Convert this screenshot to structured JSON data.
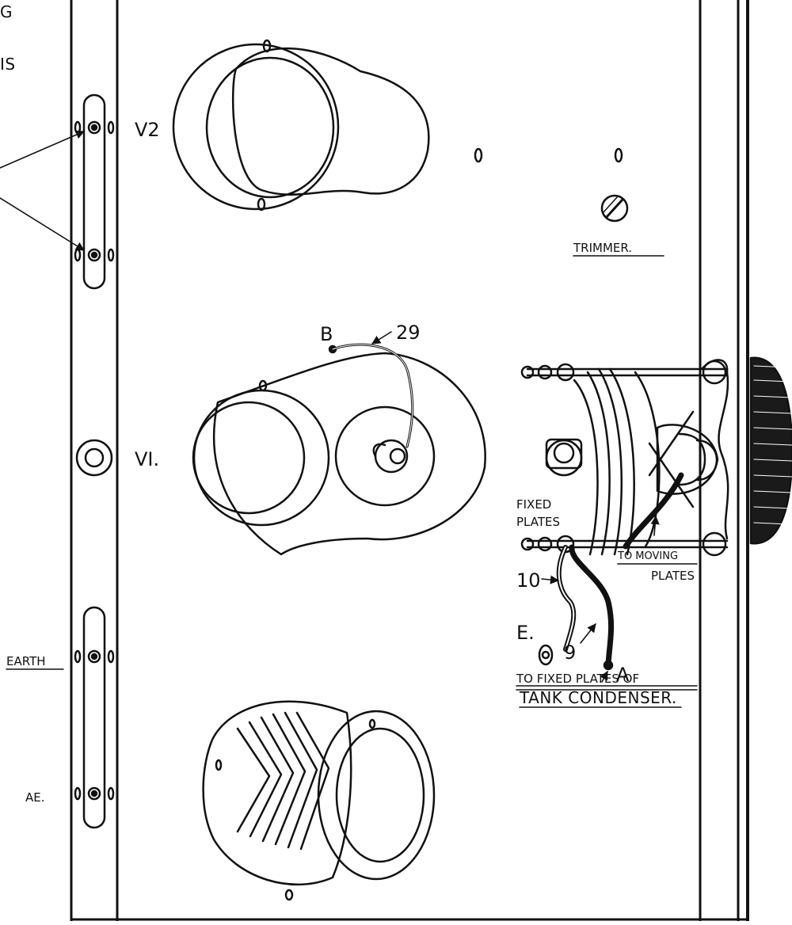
{
  "labels": {
    "corner_top": "G",
    "corner_mid": "IS",
    "v2": "V2",
    "v1": "VI.",
    "trimmer": "TRIMMER.",
    "b": "B",
    "wire_29": "29",
    "fixed": "FIXED",
    "plates": "PLATES",
    "to_moving": "TO MOVING",
    "moving_plates": "PLATES",
    "wire_10": "10",
    "e": "E.",
    "wire_9": "9",
    "a": "A",
    "fixed_plates_of": "TO FIXED PLATES OF",
    "tank_condenser": "TANK CONDENSER.",
    "earth": "EARTH",
    "ae": "AE."
  }
}
